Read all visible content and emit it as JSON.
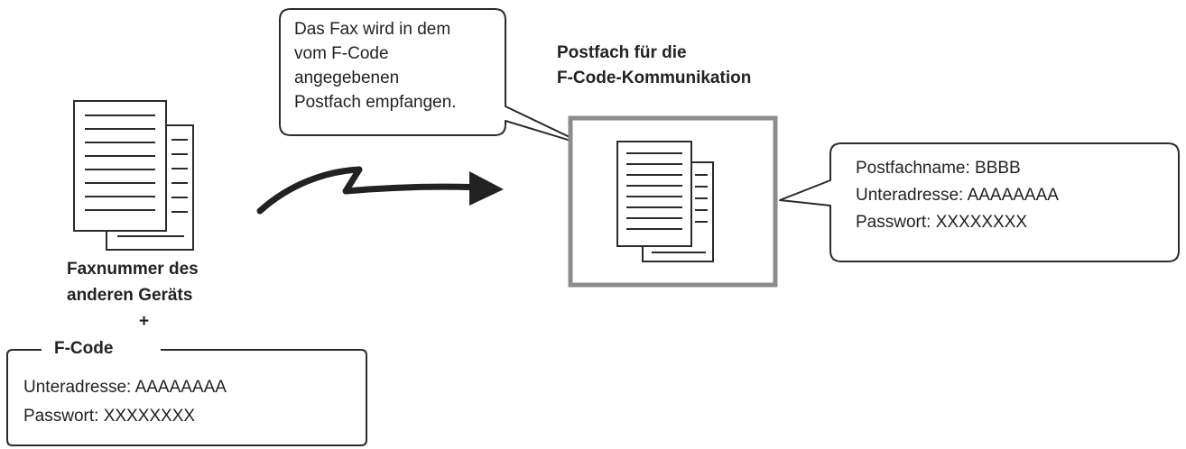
{
  "sender": {
    "label_line1": "Faxnummer des",
    "label_line2": "anderen Geräts",
    "plus": "+"
  },
  "fcode": {
    "title": "F-Code",
    "subaddress": "Unteradresse: AAAAAAAA",
    "password": "Passwort: XXXXXXXX"
  },
  "callout_fax": {
    "line1": "Das Fax wird in dem",
    "line2": "vom F-Code",
    "line3": "angegebenen",
    "line4": "Postfach empfangen."
  },
  "mailbox": {
    "title_line1": "Postfach für die",
    "title_line2": "F-Code-Kommunikation"
  },
  "callout_mailbox": {
    "name": "Postfachname: BBBB",
    "subaddress": "Unteradresse: AAAAAAAA",
    "password": "Passwort: XXXXXXXX"
  }
}
